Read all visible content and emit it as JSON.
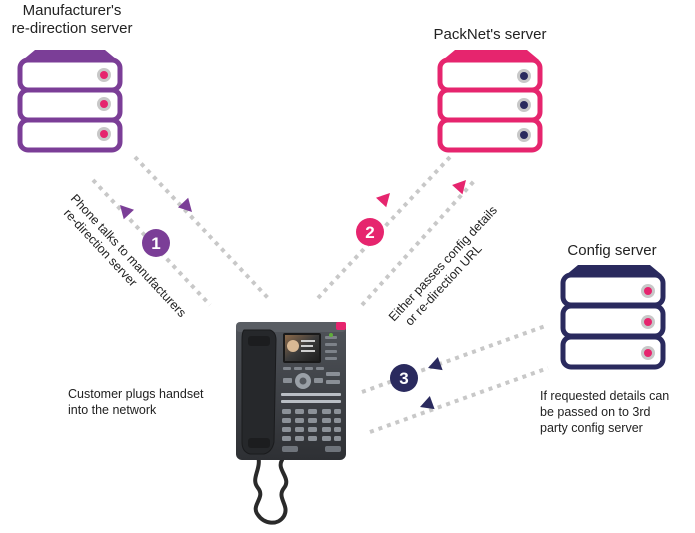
{
  "nodes": {
    "manufacturer": {
      "label_line1": "Manufacturer's",
      "label_line2": "re-direction server",
      "color": "#7b3e97"
    },
    "packnet": {
      "label": "PackNet's server",
      "color": "#e6256e"
    },
    "config": {
      "label": "Config server",
      "color": "#2a2a5e"
    }
  },
  "steps": [
    {
      "number": "1",
      "color": "#7b3e97",
      "label_line1": "Phone talks to manufacturers",
      "label_line2": "re-direction server"
    },
    {
      "number": "2",
      "color": "#e6256e",
      "label_line1": "Either passes config details",
      "label_line2": "or re-direction URL"
    },
    {
      "number": "3",
      "color": "#2a2a5e"
    }
  ],
  "notes": {
    "customer_line1": "Customer plugs handset",
    "customer_line2": "into the network",
    "requested_line1": "If requested details can",
    "requested_line2": "be passed on to 3rd",
    "requested_line3": "party config server"
  },
  "colors": {
    "connector": "#c8c8c8",
    "phone_body": "#3a3d42"
  },
  "icons": [
    "server-icon",
    "desk-phone-icon"
  ]
}
